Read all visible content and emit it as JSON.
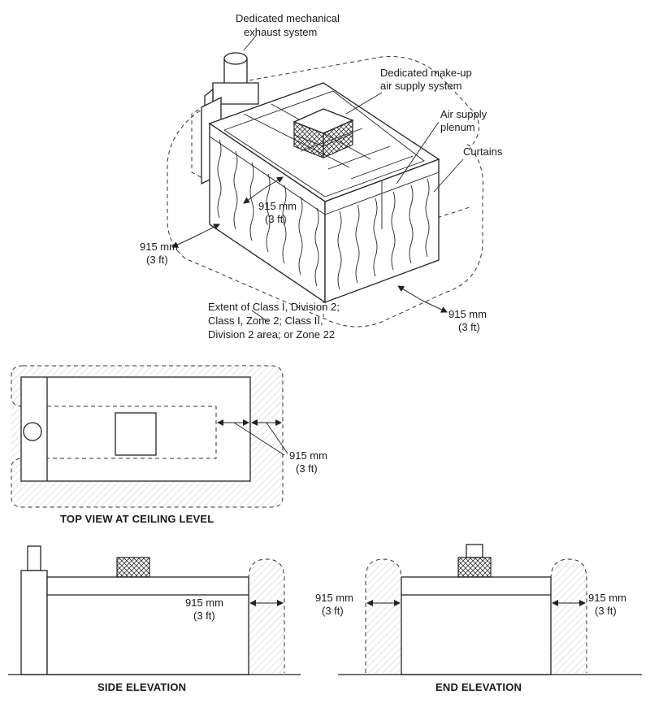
{
  "iso": {
    "exhaust_label": [
      "Dedicated mechanical",
      "exhaust system"
    ],
    "makeup_label": [
      "Dedicated make-up",
      "air supply system"
    ],
    "plenum_label": [
      "Air supply",
      "plenum"
    ],
    "curtains_label": "Curtains",
    "dim_inner": [
      "915 mm",
      "(3 ft)"
    ],
    "dim_left": [
      "915 mm",
      "(3 ft)"
    ],
    "dim_right": [
      "915 mm",
      "(3 ft)"
    ],
    "extent_label": [
      "Extent of Class I, Division 2;",
      "Class I, Zone 2; Class II,",
      "Division 2 area; or Zone 22"
    ]
  },
  "top_view": {
    "dim": [
      "915 mm",
      "(3 ft)"
    ],
    "caption": "TOP VIEW AT CEILING LEVEL"
  },
  "side_elevation": {
    "dim": [
      "915 mm",
      "(3 ft)"
    ],
    "caption": "SIDE ELEVATION"
  },
  "end_elevation": {
    "dim_left": [
      "915 mm",
      "(3 ft)"
    ],
    "dim_right": [
      "915 mm",
      "(3 ft)"
    ],
    "caption": "END ELEVATION"
  },
  "colors": {
    "line": "#222222",
    "hatch": "#cfcfcf"
  }
}
